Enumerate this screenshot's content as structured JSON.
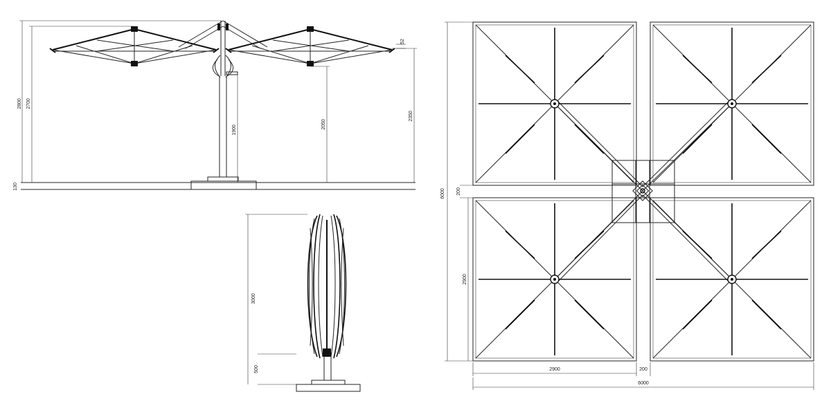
{
  "side_view": {
    "dims": {
      "total_height": "2800",
      "canopy_height": "2700",
      "base": "130",
      "pole_clearance": "1900",
      "arm_clearance": "2050",
      "edge_height": "2350",
      "rise": "52"
    }
  },
  "closed_view": {
    "dims": {
      "closed_height": "3000",
      "base_height": "500"
    }
  },
  "top_view": {
    "dims": {
      "overall_height": "6000",
      "gap_vertical": "200",
      "canopy_side_vertical": "2900",
      "canopy_side_horizontal": "2900",
      "gap_horizontal": "200",
      "overall_width": "6000"
    }
  }
}
